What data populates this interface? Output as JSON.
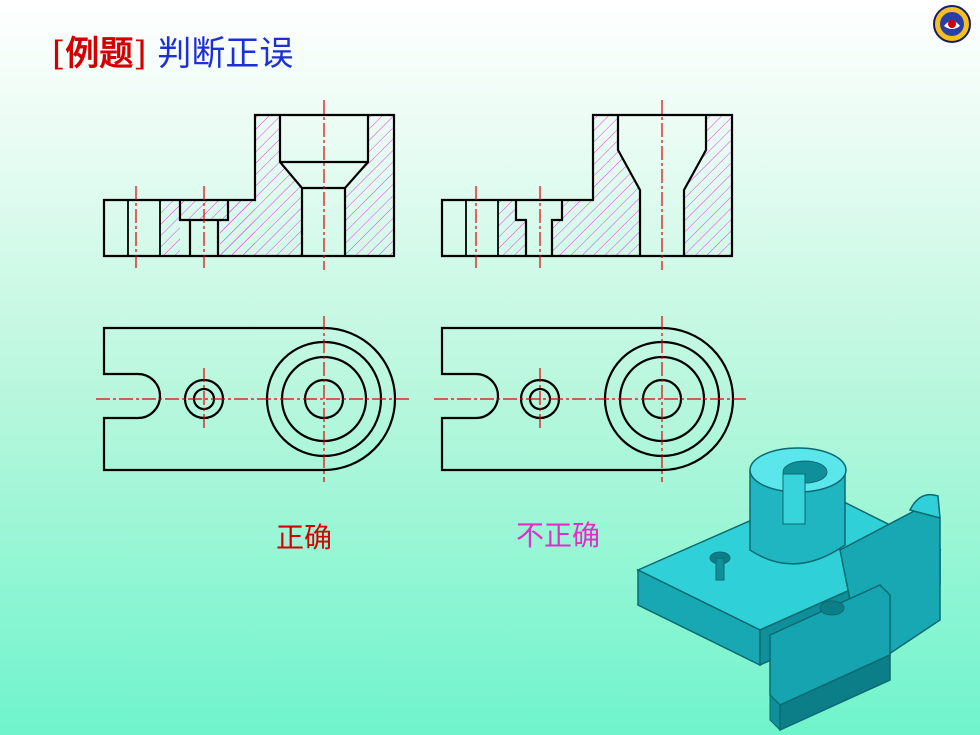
{
  "header": {
    "bracket_open": "[",
    "tag": "例题",
    "bracket_close": "]",
    "title": "判断正误"
  },
  "labels": {
    "correct": "正确",
    "incorrect": "不正确"
  },
  "colors": {
    "tag_red": "#d40000",
    "title_blue": "#1f2fd6",
    "incorrect_magenta": "#e030c8",
    "hatch_magenta": "#e040e0",
    "centerline_red": "#e00000",
    "solid_cyan": "#1bb8c4"
  },
  "icons": {
    "logo": "university-seal-icon"
  }
}
